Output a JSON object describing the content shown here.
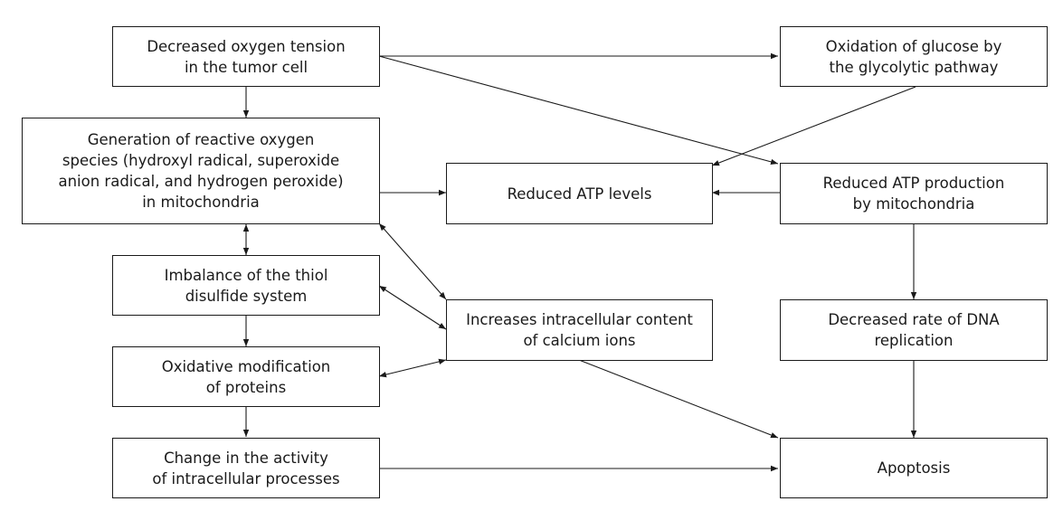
{
  "nodes": {
    "decreased_oxygen": "Decreased oxygen tension\nin the tumor cell",
    "oxidation_glucose": "Oxidation of glucose by\nthe glycolytic pathway",
    "ros_generation": "Generation of reactive oxygen\nspecies (hydroxyl radical, superoxide\nanion radical, and hydrogen peroxide)\nin mitochondria",
    "reduced_atp_levels": "Reduced ATP levels",
    "reduced_atp_production": "Reduced ATP production\nby mitochondria",
    "thiol_imbalance": "Imbalance of the thiol\ndisulfide system",
    "calcium_increase": "Increases intracellular content\nof calcium ions",
    "dna_replication": "Decreased rate of DNA\nreplication",
    "oxidative_modification": "Oxidative modification\nof proteins",
    "activity_change": "Change in the activity\nof intracellular processes",
    "apoptosis": "Apoptosis"
  }
}
